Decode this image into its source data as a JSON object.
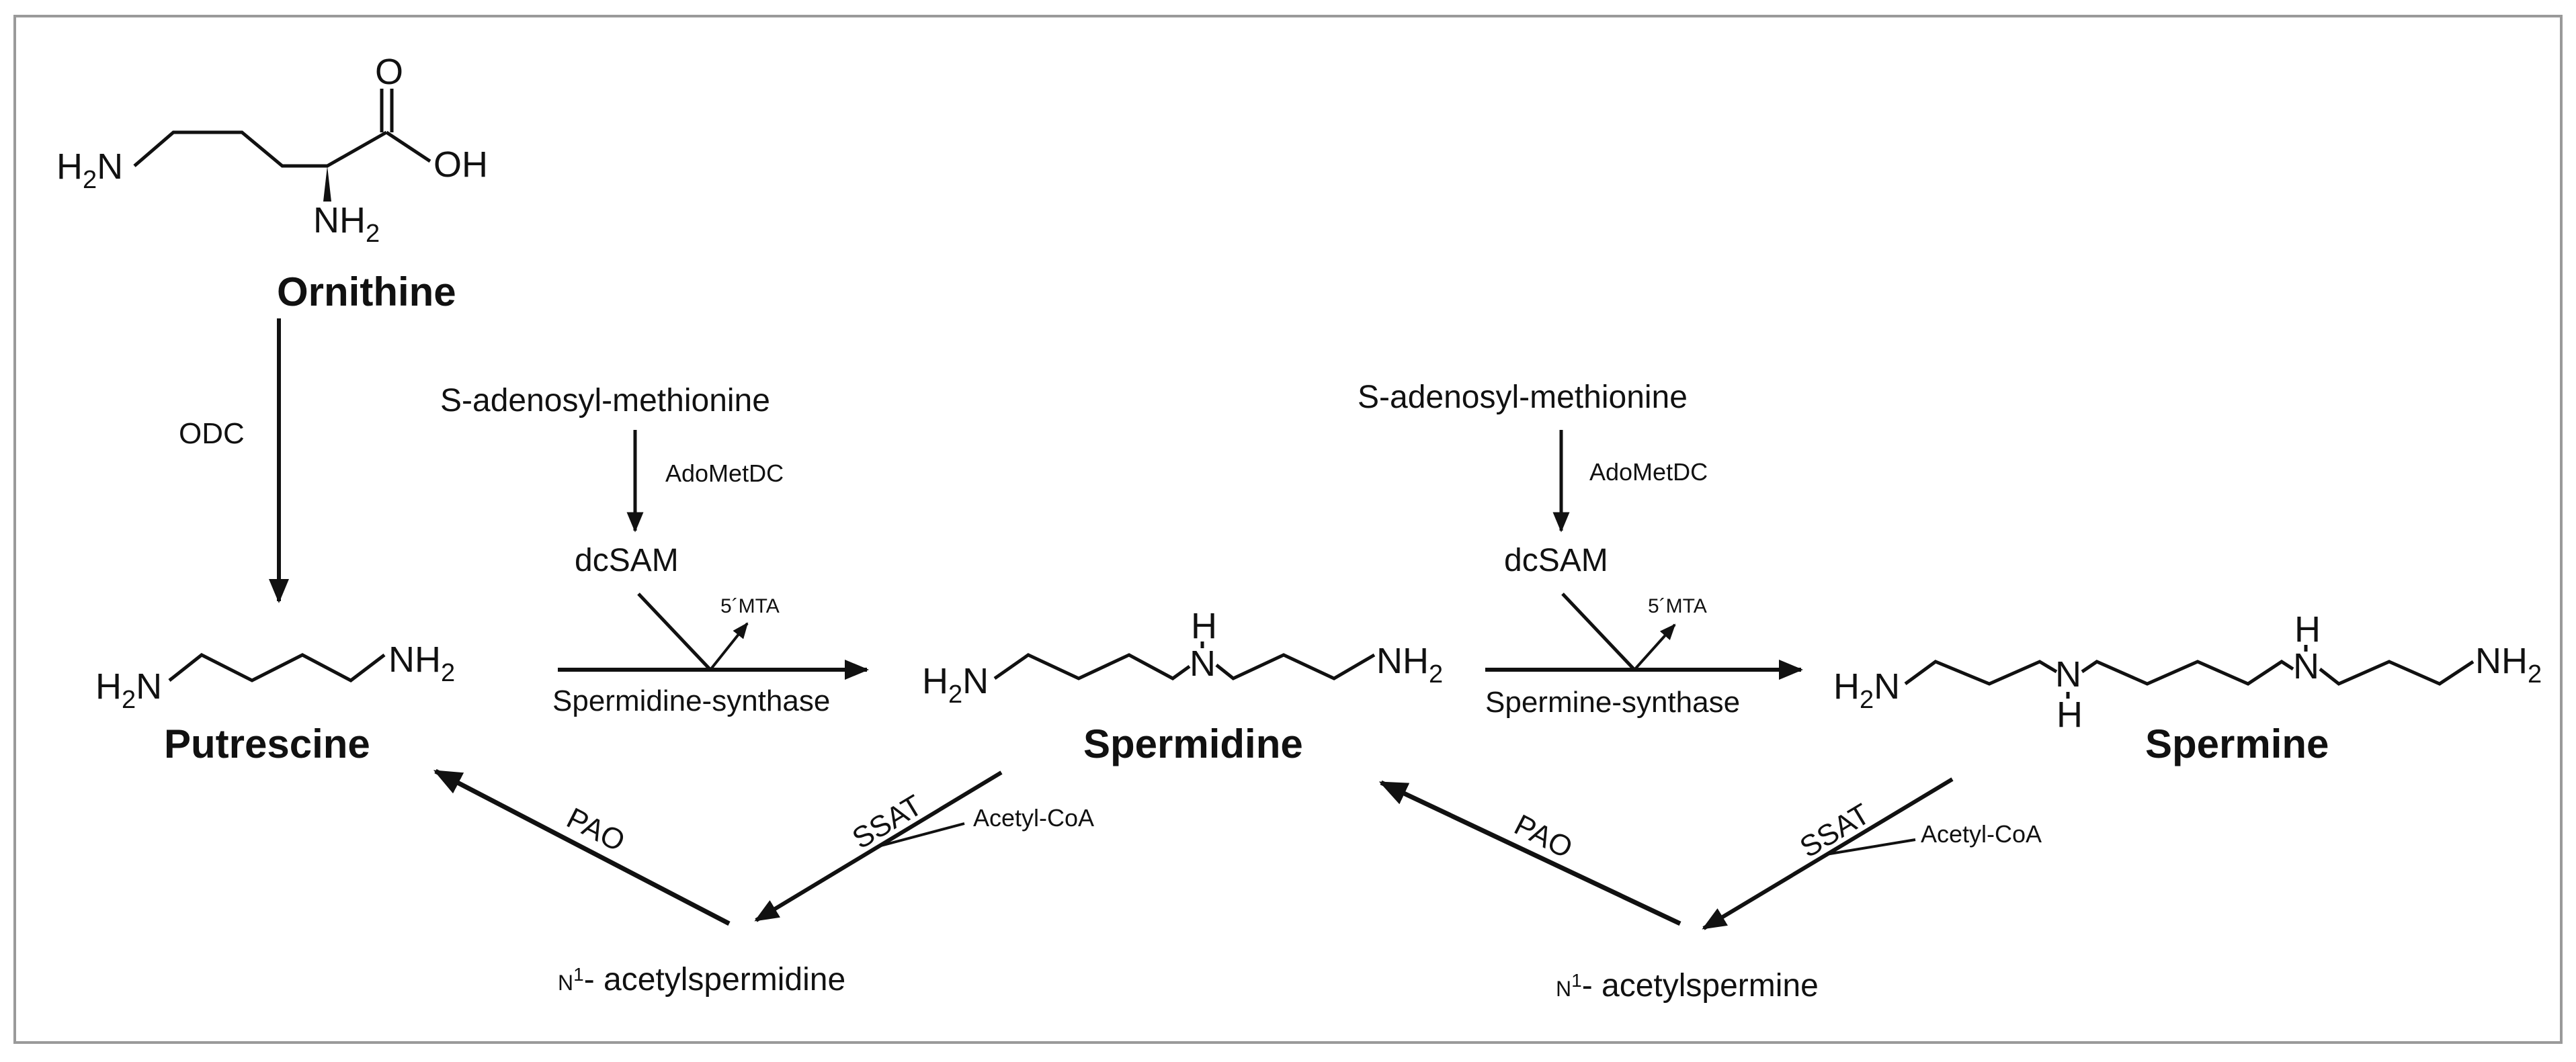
{
  "compounds": {
    "ornithine": {
      "name": "Ornithine",
      "h2n_left": "H",
      "h2n_left_sub": "2",
      "h2n_left_n": "N",
      "alpha_n": "NH",
      "alpha_sub": "2",
      "carbonyl_o": "O",
      "hydroxyl": "OH"
    },
    "putrescine": {
      "name": "Putrescine",
      "left_h": "H",
      "left_sub": "2",
      "left_n": "N",
      "right": "NH",
      "right_sub": "2"
    },
    "spermidine": {
      "name": "Spermidine",
      "left_h": "H",
      "left_sub": "2",
      "left_n": "N",
      "mid_n": "N",
      "mid_h": "H",
      "right": "NH",
      "right_sub": "2"
    },
    "spermine": {
      "name": "Spermine",
      "left_h": "H",
      "left_sub": "2",
      "left_n": "N",
      "n1": "N",
      "n1_h": "H",
      "n2": "N",
      "n2_h": "H",
      "right": "NH",
      "right_sub": "2"
    },
    "n1_acetylspermidine": {
      "prefix": "N",
      "sup": "1",
      "rest": "- acetylspermidine"
    },
    "n1_acetylspermine": {
      "prefix": "N",
      "sup": "1",
      "rest": "- acetylspermine"
    }
  },
  "cofactors": {
    "sam_1": "S-adenosyl-methionine",
    "sam_2": "S-adenosyl-methionine",
    "dcsam_1": "dcSAM",
    "dcsam_2": "dcSAM",
    "mta_1": "5´MTA",
    "mta_2": "5´MTA",
    "acetyl_coa_1": "Acetyl-CoA",
    "acetyl_coa_2": "Acetyl-CoA"
  },
  "enzymes": {
    "odc": "ODC",
    "adometdc_1": "AdoMetDC",
    "adometdc_2": "AdoMetDC",
    "spermidine_synthase": "Spermidine-synthase",
    "spermine_synthase": "Spermine-synthase",
    "pao_1": "PAO",
    "pao_2": "PAO",
    "ssat_1": "SSAT",
    "ssat_2": "SSAT"
  },
  "colors": {
    "ink": "#111111",
    "frame": "#9a9a9a",
    "background": "#ffffff"
  }
}
